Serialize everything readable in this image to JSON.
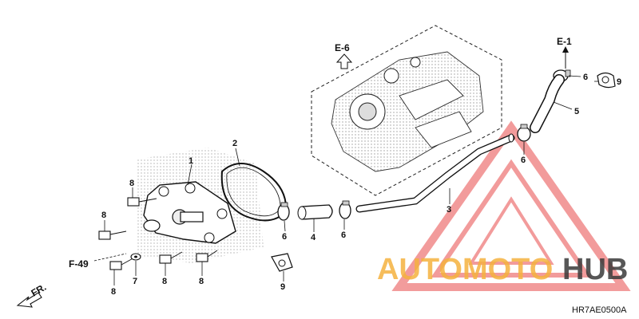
{
  "diagram": {
    "code": "HR7AE0500A",
    "references": {
      "e6": "E-6",
      "e1": "E-1",
      "f49": "F-49",
      "fr": "FR."
    },
    "callouts": {
      "p1": "1",
      "p2": "2",
      "p3": "3",
      "p4": "4",
      "p5": "5",
      "p6a": "6",
      "p6b": "6",
      "p6c": "6",
      "p6d": "6",
      "p7": "7",
      "p8a": "8",
      "p8b": "8",
      "p8c": "8",
      "p8d": "8",
      "p8e": "8",
      "p9a": "9",
      "p9b": "9"
    }
  },
  "watermark": {
    "brand_part1": "AUTOMOTO",
    "brand_part2": "HUB",
    "color_part1": "#f4b23e",
    "color_part2": "#3a3a3a",
    "triangle_color": "#e84b4b"
  }
}
